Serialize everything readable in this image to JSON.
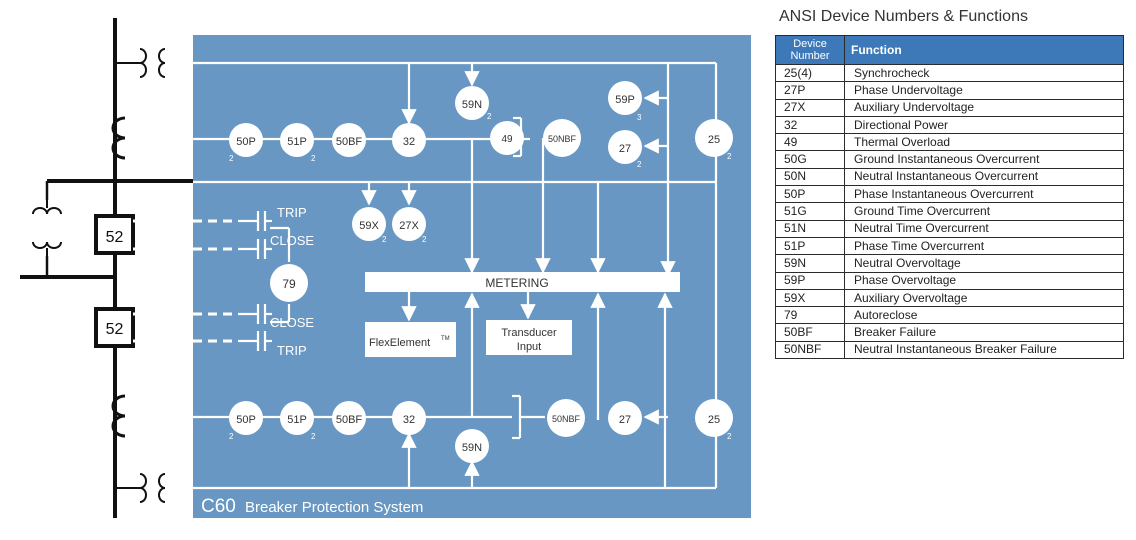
{
  "diagram": {
    "system_name": "C60",
    "system_subtitle": "Breaker Protection System",
    "breaker_label": "52",
    "trip_label": "TRIP",
    "close_label": "CLOSE",
    "metering_label": "METERING",
    "flexelement_label": "FlexElement",
    "tm_mark": "TM",
    "transducer_line1": "Transducer",
    "transducer_line2": "Input",
    "relay_79": "79",
    "relay_59X": "59X",
    "relay_27X": "27X",
    "relay_59P": "59P",
    "sub_2": "2",
    "sub_3": "3",
    "upper_row": [
      "50P",
      "51P",
      "50BF",
      "32",
      "49",
      "50NBF",
      "27",
      "25"
    ],
    "upper_59N": "59N",
    "lower_row": [
      "50P",
      "51P",
      "50BF",
      "32",
      "50NBF",
      "27",
      "25"
    ],
    "lower_59N": "59N",
    "colors": {
      "panel": "#6897c3",
      "line": "#ffffff",
      "bus": "#111111",
      "header": "#3d78b8"
    }
  },
  "ansi_table": {
    "title": "ANSI Device Numbers & Functions",
    "col_device": "Device Number",
    "col_function": "Function",
    "rows": [
      {
        "device": "25(4)",
        "function": "Synchrocheck"
      },
      {
        "device": "27P",
        "function": "Phase Undervoltage"
      },
      {
        "device": "27X",
        "function": "Auxiliary Undervoltage"
      },
      {
        "device": "32",
        "function": "Directional Power"
      },
      {
        "device": "49",
        "function": "Thermal Overload"
      },
      {
        "device": "50G",
        "function": "Ground Instantaneous Overcurrent"
      },
      {
        "device": "50N",
        "function": "Neutral Instantaneous Overcurrent"
      },
      {
        "device": "50P",
        "function": "Phase Instantaneous Overcurrent"
      },
      {
        "device": "51G",
        "function": "Ground Time Overcurrent"
      },
      {
        "device": "51N",
        "function": "Neutral Time Overcurrent"
      },
      {
        "device": "51P",
        "function": "Phase Time Overcurrent"
      },
      {
        "device": "59N",
        "function": "Neutral Overvoltage"
      },
      {
        "device": "59P",
        "function": "Phase Overvoltage"
      },
      {
        "device": "59X",
        "function": "Auxiliary Overvoltage"
      },
      {
        "device": "79",
        "function": "Autoreclose"
      },
      {
        "device": "50BF",
        "function": "Breaker Failure"
      },
      {
        "device": "50NBF",
        "function": "Neutral Instantaneous Breaker Failure"
      }
    ]
  }
}
